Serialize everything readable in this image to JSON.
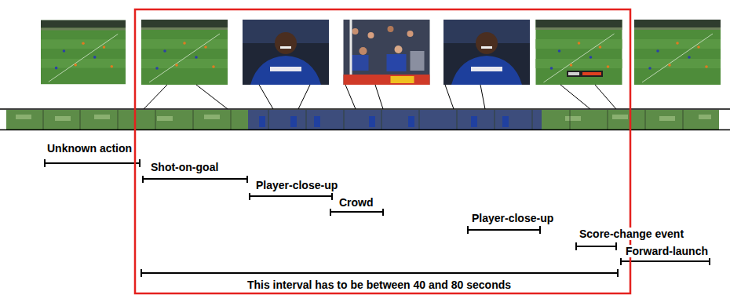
{
  "diagram": {
    "labels": [
      "Unknown action",
      "Shot-on-goal",
      "Player-close-up",
      "Crowd",
      "Player-close-up",
      "Score-change event",
      "Forward-launch",
      "This interval has to be between 40 and 80 seconds"
    ]
  }
}
